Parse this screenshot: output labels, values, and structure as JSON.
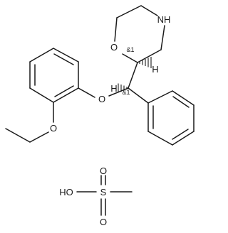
{
  "atoms": {
    "ring_o": "O",
    "ring_nh": "NH",
    "h_right": "H",
    "h_left": "H",
    "ether_o": "O",
    "ethoxy_o": "O",
    "ho": "HO",
    "sulfur": "S",
    "o_top": "O",
    "o_bottom": "O"
  },
  "stereo_labels": {
    "c2": "&1",
    "calpha": "&1"
  }
}
